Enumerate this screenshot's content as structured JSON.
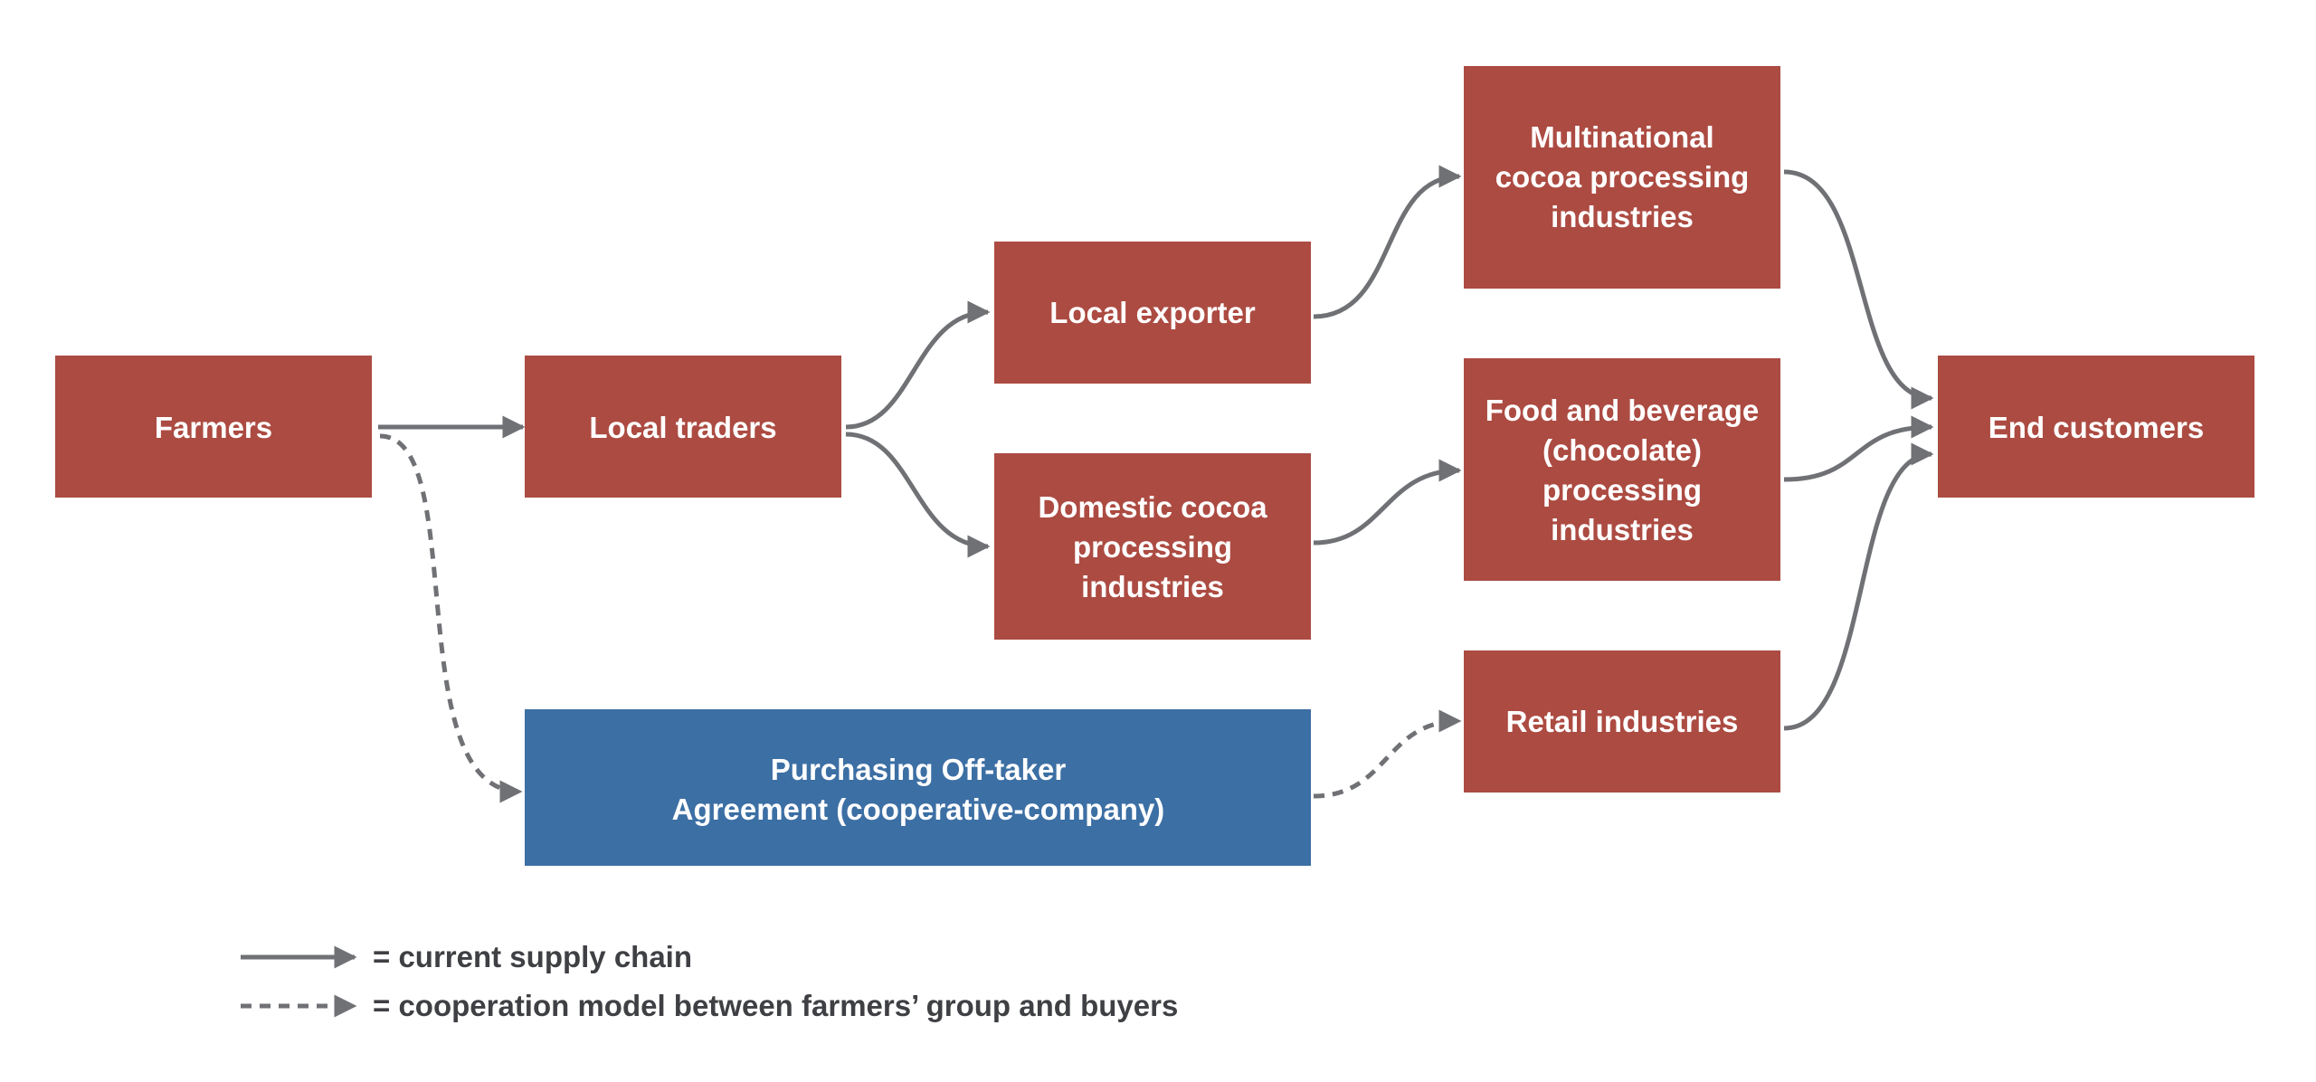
{
  "colors": {
    "node": "#ac4b42",
    "cooperative_node": "#3c6fa4",
    "edge": "#6f7175",
    "legend_text": "#3f4044"
  },
  "nodes": {
    "farmers": {
      "lines": [
        "Farmers"
      ]
    },
    "local_traders": {
      "lines": [
        "Local traders"
      ]
    },
    "local_exporter": {
      "lines": [
        "Local exporter"
      ]
    },
    "domestic_cocoa": {
      "lines": [
        "Domestic cocoa",
        "processing",
        "industries"
      ]
    },
    "multinational": {
      "lines": [
        "Multinational",
        "cocoa processing",
        "industries"
      ]
    },
    "food_beverage": {
      "lines": [
        "Food and beverage",
        "(chocolate)",
        "processing",
        "industries"
      ]
    },
    "retail": {
      "lines": [
        "Retail industries"
      ]
    },
    "end_customers": {
      "lines": [
        "End customers"
      ]
    },
    "offtaker": {
      "lines": [
        "Purchasing Off-taker",
        "Agreement (cooperative-company)"
      ]
    }
  },
  "legend": {
    "solid": "= current supply chain",
    "dashed": "= cooperation model between farmers’ group and buyers"
  }
}
